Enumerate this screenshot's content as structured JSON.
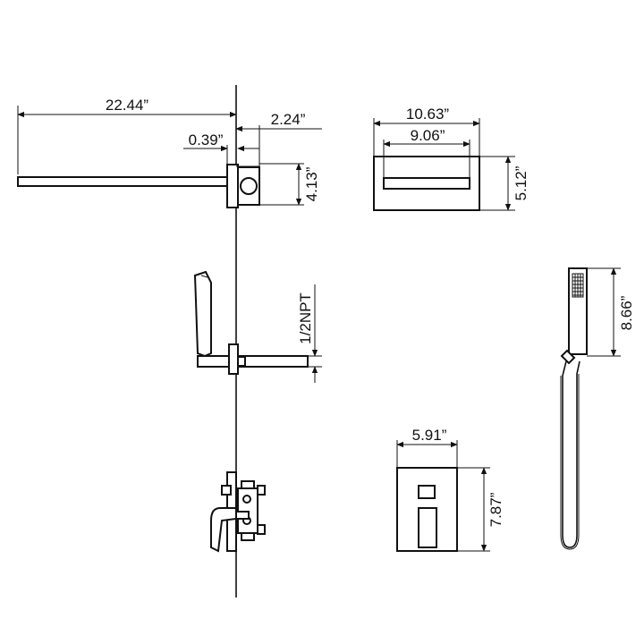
{
  "dimensions": {
    "arm_length": "22.44”",
    "arm_flange_offset": "2.24”",
    "arm_wall_gap": "0.39”",
    "arm_height": "4.13”",
    "head_outer_width": "10.63”",
    "head_inner_width": "9.06”",
    "head_height": "5.12”",
    "inlet_thread": "1/2NPT",
    "hand_shower_length": "8.66”",
    "trim_width": "5.91”",
    "trim_height": "7.87”"
  }
}
